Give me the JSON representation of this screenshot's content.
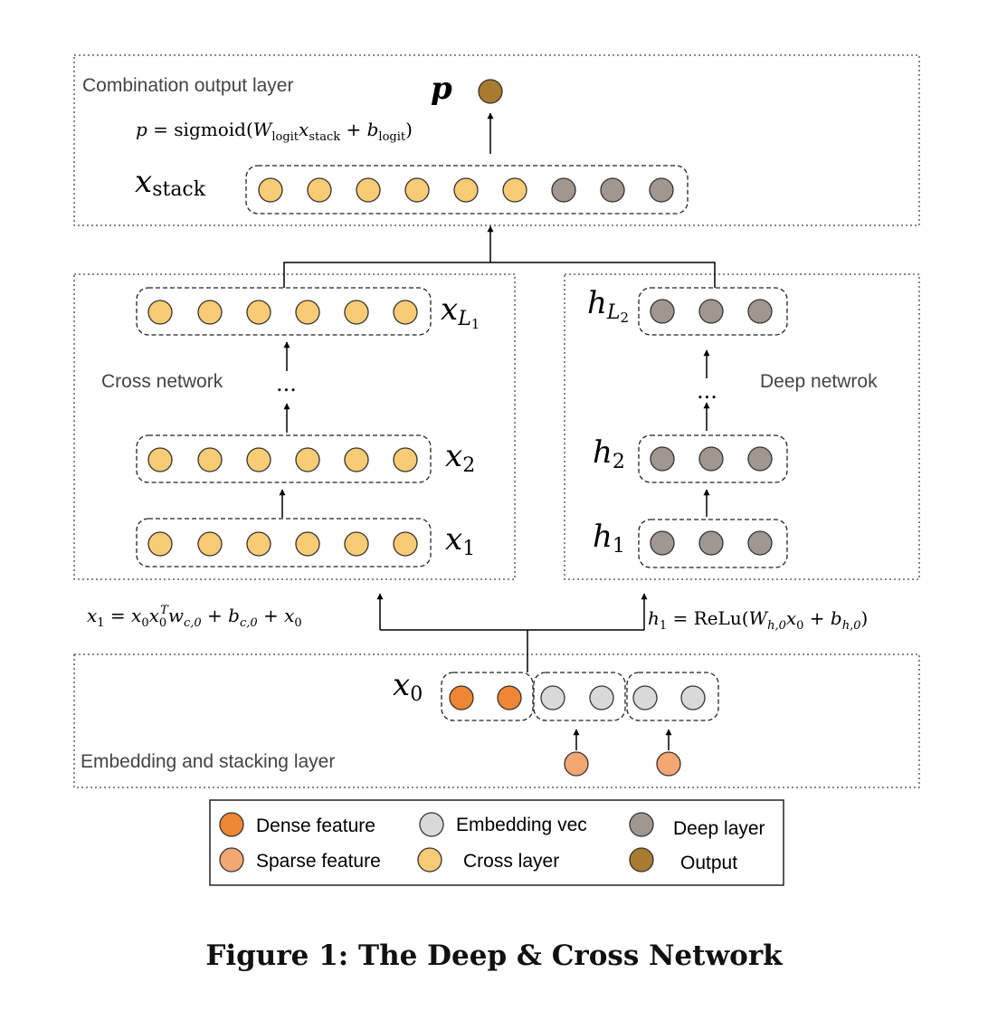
{
  "layers": {
    "combination": "Combination output layer",
    "cross": "Cross network",
    "deep": "Deep netwrok",
    "embedding": "Embedding and stacking layer"
  },
  "nodes": {
    "output": "p",
    "stack_base": "x",
    "stack_sub": "stack",
    "xL1_base": "x",
    "xL1_sub": "L",
    "xL1_subsub": "1",
    "x2_base": "x",
    "x2_sub": "2",
    "x1_base": "x",
    "x1_sub": "1",
    "hL2_base": "h",
    "hL2_sub": "L",
    "hL2_subsub": "2",
    "h2_base": "h",
    "h2_sub": "2",
    "h1_base": "h",
    "h1_sub": "1",
    "x0_base": "x",
    "x0_sub": "0",
    "ellipsis": "..."
  },
  "formulas": {
    "output": "p = sigmoid(W_logit x_stack + b_logit)",
    "cross": "x_1 = x_0 x_0^T w_{c,0} + b_{c,0} + x_0",
    "deep": "h_1 = ReLu(W_{h,0} x_0 + b_{h,0})"
  },
  "legend": {
    "dense": "Dense feature",
    "sparse": "Sparse feature",
    "embedding": "Embedding vec",
    "cross": "Cross layer",
    "deep": "Deep layer",
    "output": "Output"
  },
  "colors": {
    "dense": "#ee8633",
    "sparse": "#f4a773",
    "embedding": "#d9d9d9",
    "cross": "#f8cb74",
    "deep": "#a09890",
    "output": "#a87b2e"
  },
  "caption": "Figure 1: The Deep & Cross Network"
}
